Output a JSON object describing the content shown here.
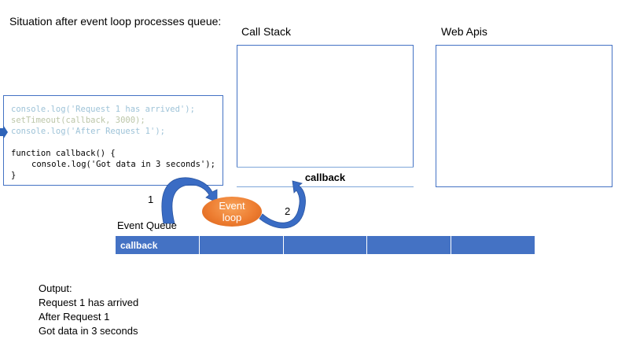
{
  "title": "Situation after event loop processes queue:",
  "call_stack": {
    "label": "Call Stack",
    "item": "callback"
  },
  "web_apis": {
    "label": "Web Apis"
  },
  "code": {
    "line1": "console.log('Request 1 has arrived');",
    "line2": "setTimeout(callback, 3000);",
    "line3": "console.log('After Request 1');",
    "line4": "function callback() {",
    "line5": "console.log('Got data in 3 seconds');",
    "line6": "}"
  },
  "event_loop": {
    "line1": "Event",
    "line2": "loop"
  },
  "steps": {
    "one": "1",
    "two": "2"
  },
  "event_queue": {
    "label": "Event Queue",
    "cells": [
      "callback",
      "",
      "",
      "",
      ""
    ]
  },
  "output": {
    "heading": "Output:",
    "lines": [
      "Request 1 has arrived",
      "After Request 1",
      "Got data in 3 seconds"
    ]
  },
  "colors": {
    "box_border": "#4472c4",
    "queue_fill": "#4472c4",
    "arrow_fill": "#2e63b8",
    "event_loop_fill": "#ed7d31"
  }
}
